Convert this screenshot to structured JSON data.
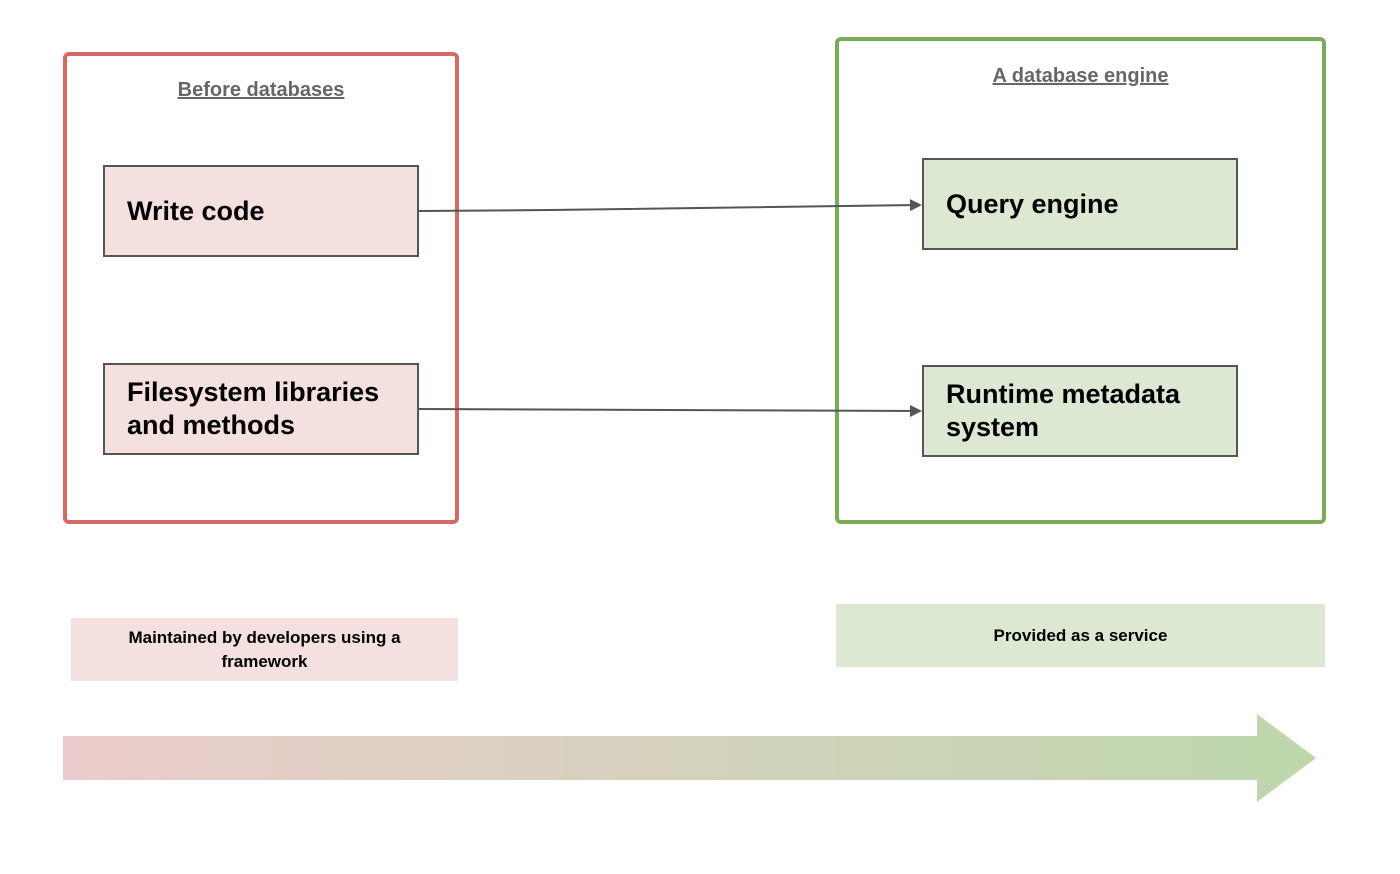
{
  "groups": {
    "before": {
      "title": "Before databases",
      "border_color": "#d46a66",
      "items": [
        "Write code",
        "Filesystem libraries and methods"
      ]
    },
    "engine": {
      "title": "A database engine",
      "border_color": "#7aab59",
      "items": [
        "Query engine",
        "Runtime metadata system"
      ]
    }
  },
  "labels": {
    "left": "Maintained by developers using a framework",
    "right": "Provided as a service"
  },
  "colors": {
    "red_fill": "#f4e0df",
    "green_fill": "#dde8d3",
    "connector": "#555555",
    "gradient_start": "#ebcccc",
    "gradient_end": "#bdd7ac"
  },
  "connections": [
    {
      "from": "Write code",
      "to": "Query engine"
    },
    {
      "from": "Filesystem libraries and methods",
      "to": "Runtime metadata system"
    }
  ]
}
